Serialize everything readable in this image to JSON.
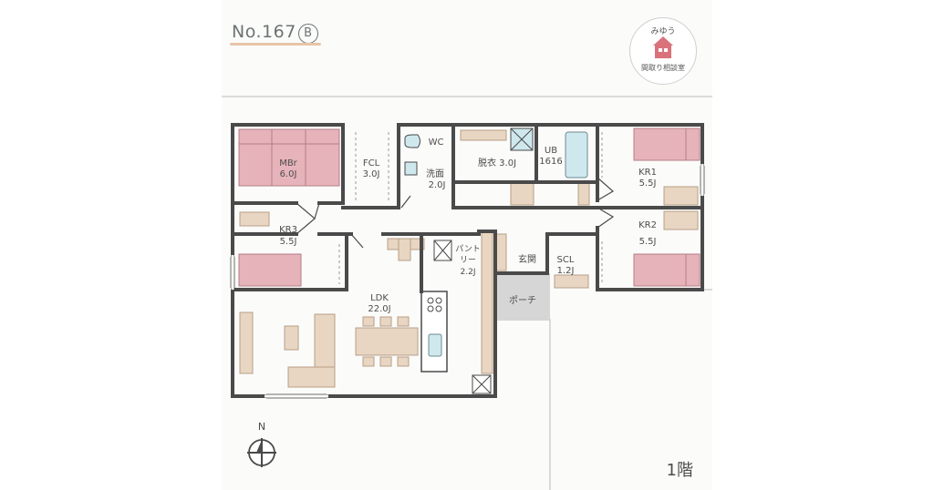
{
  "header": {
    "plan_number": "No.167",
    "plan_variant": "B"
  },
  "logo": {
    "top_text": "みゆう",
    "bottom_text": "間取り相談室",
    "icon": "house-icon",
    "color": "#d9727a"
  },
  "rooms": {
    "mbr": {
      "name": "MBr",
      "size": "6.0J"
    },
    "fcl": {
      "name": "FCL",
      "size": "3.0J"
    },
    "wc": {
      "name": "WC"
    },
    "senmen": {
      "name": "洗面",
      "size": "2.0J"
    },
    "datsui": {
      "name": "脱衣 3.0J"
    },
    "ub": {
      "name": "UB",
      "size": "1616"
    },
    "kr1": {
      "name": "KR1",
      "size": "5.5J"
    },
    "kr2": {
      "name": "KR2",
      "size": "5.5J"
    },
    "kr3": {
      "name": "KR3",
      "size": "5.5J"
    },
    "ldk": {
      "name": "LDK",
      "size": "22.0J"
    },
    "pantry": {
      "name1": "パント",
      "name2": "リー",
      "size": "2.2J"
    },
    "genkan": {
      "name": "玄関"
    },
    "scl": {
      "name": "SCL",
      "size": "1.2J"
    },
    "porch": {
      "name": "ポーチ"
    }
  },
  "compass": {
    "label": "N"
  },
  "floor_label": "1階",
  "colors": {
    "wall": "#4a4a4a",
    "bed": "#e7b3bb",
    "wood": "#e8d6c3",
    "wood_stroke": "#b89f86",
    "porch": "#d6d6d6"
  }
}
